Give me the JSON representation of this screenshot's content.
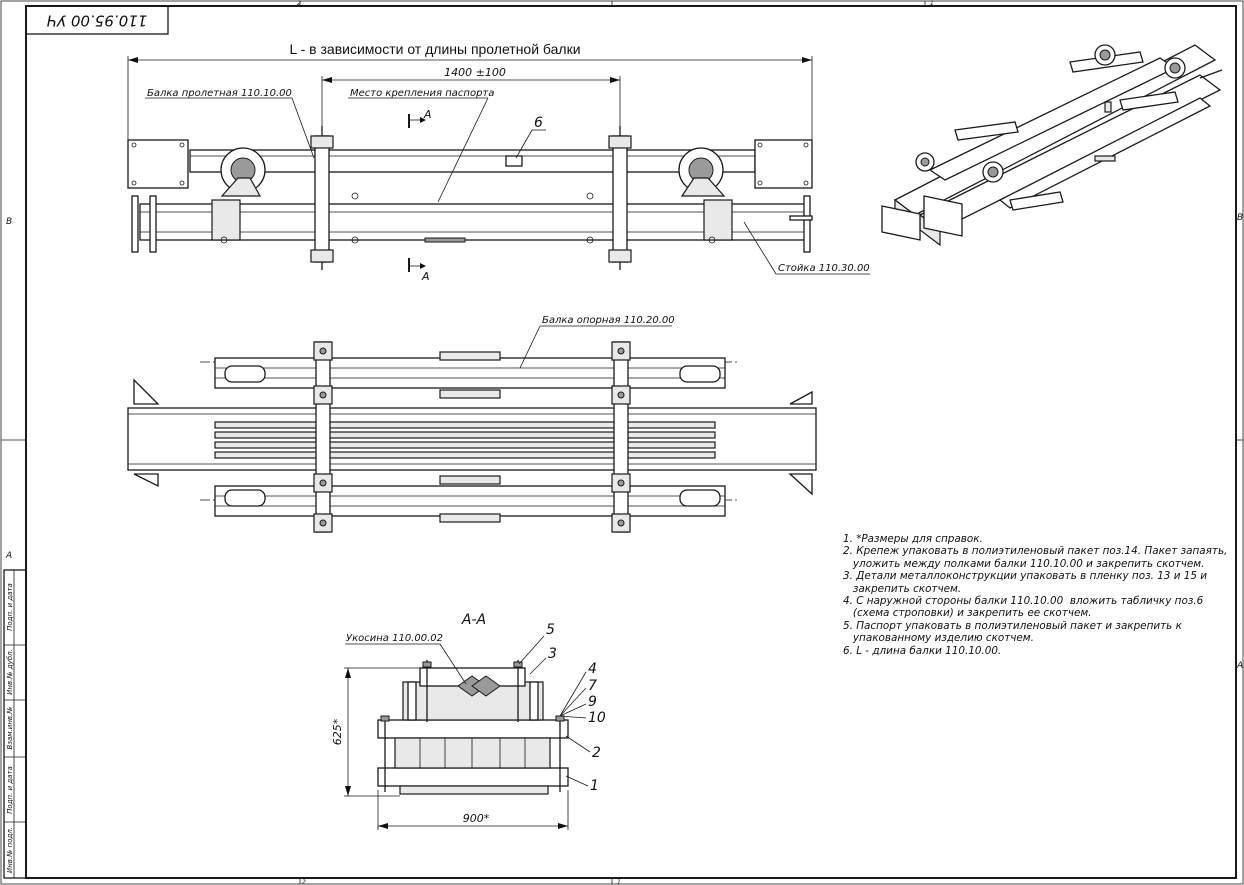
{
  "drawing": {
    "number_stamp": "110.95.00 УЧ",
    "header_text": "L - в зависимости от длины пролетной балки",
    "zone_letters": [
      "В",
      "А",
      "В",
      "А"
    ],
    "edge_marks": [
      "2",
      "1",
      "2",
      "1"
    ]
  },
  "front_view": {
    "dim_1400": "1400 ±100",
    "label_span_beam": "Балка пролетная 110.10.00",
    "label_passport": "Место крепления паспорта",
    "label_rack": "Стойка 110.30.00",
    "position_6": "6",
    "section_mark": "A"
  },
  "top_view": {
    "label_support_beam": "Балка опорная 110.20.00"
  },
  "section_view": {
    "title": "А-А",
    "label_brace": "Укосина 110.00.02",
    "dim_height": "625*",
    "dim_width": "900*",
    "positions": [
      "5",
      "3",
      "4",
      "7",
      "9",
      "10",
      "2",
      "1"
    ]
  },
  "notes": [
    "1. *Размеры для справок.",
    "2. Крепеж упаковать в полиэтиленовый пакет поз.14. Пакет запаять,",
    "   уложить между полками балки 110.10.00 и закрепить скотчем.",
    "3. Детали металлоконструкции упаковать в пленку поз. 13 и 15 и",
    "   закрепить скотчем.",
    "4. С наружной стороны балки 110.10.00  вложить табличку поз.6",
    "   (схема строповки) и закрепить ее скотчем.",
    "5. Паспорт упаковать в полиэтиленовый пакет и закрепить к",
    "   упакованному изделию скотчем.",
    "6. L - длина балки 110.10.00."
  ],
  "side_stamp": [
    "Инв.№ подл.",
    "Подп. и дата",
    "Взам.инв.№",
    "Инв.№ дубл.",
    "Подп. и дата"
  ]
}
